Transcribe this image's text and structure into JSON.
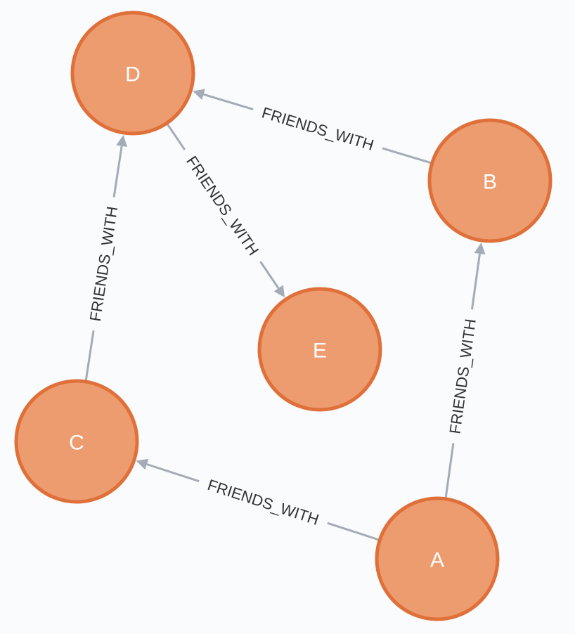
{
  "colors": {
    "background": "#f9fbfd",
    "node_fill": "#ec9c6f",
    "node_stroke": "#e0703a",
    "relationship": "#a5abb6",
    "relationship_text": "#333333",
    "node_text": "#ffffff"
  },
  "graph": {
    "nodes": [
      {
        "id": "D",
        "label": "D"
      },
      {
        "id": "B",
        "label": "B"
      },
      {
        "id": "E",
        "label": "E"
      },
      {
        "id": "C",
        "label": "C"
      },
      {
        "id": "A",
        "label": "A"
      }
    ],
    "relationships": [
      {
        "from": "B",
        "to": "D",
        "type": "FRIENDS_WITH"
      },
      {
        "from": "D",
        "to": "E",
        "type": "FRIENDS_WITH"
      },
      {
        "from": "C",
        "to": "D",
        "type": "FRIENDS_WITH"
      },
      {
        "from": "A",
        "to": "B",
        "type": "FRIENDS_WITH"
      },
      {
        "from": "A",
        "to": "C",
        "type": "FRIENDS_WITH"
      }
    ]
  }
}
